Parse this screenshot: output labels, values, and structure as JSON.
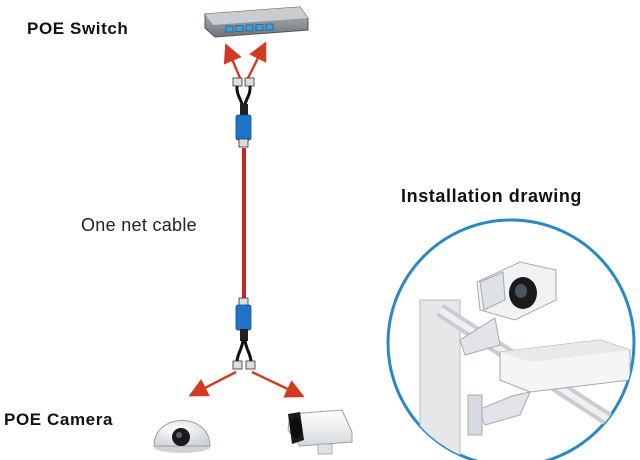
{
  "labels": {
    "switch": "POE Switch",
    "cable": "One net cable",
    "installation": "Installation drawing",
    "camera": "POE Camera"
  },
  "icons": [
    "poe-switch-icon",
    "poe-splitter-icon",
    "dome-camera-icon",
    "bullet-camera-icon",
    "wall-mounted-camera-icon",
    "arrow-icon"
  ],
  "colors": {
    "cable": "#c8281e",
    "arrow": "#d23a22",
    "splitter": "#1f74c9",
    "circle": "#2a88c4",
    "switch": "#8a8f96",
    "ports": "#3aa0e0"
  }
}
